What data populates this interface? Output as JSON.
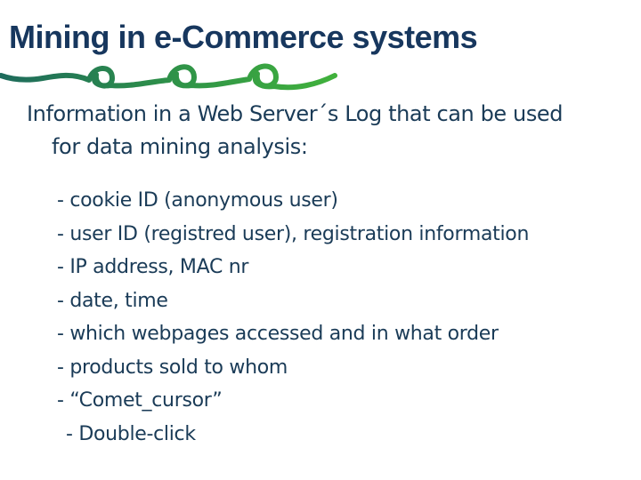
{
  "slide": {
    "title": "Mining in e-Commerce systems",
    "intro": {
      "line1": "Information in a Web Server´s Log that can be used",
      "line2": "for data mining analysis:"
    },
    "bullets": [
      "- cookie ID (anonymous user)",
      "- user ID (registred user), registration information",
      "- IP address, MAC nr",
      "- date, time",
      "- which webpages accessed and in what order",
      "- products sold to whom",
      "- “Comet_cursor”",
      "- Double-click"
    ],
    "colors": {
      "title_text": "#17375E",
      "body_text": "#1A3B57",
      "wave_gradient_start": "#1E6B5C",
      "wave_gradient_mid": "#2E9149",
      "wave_gradient_end": "#41B23C"
    }
  }
}
